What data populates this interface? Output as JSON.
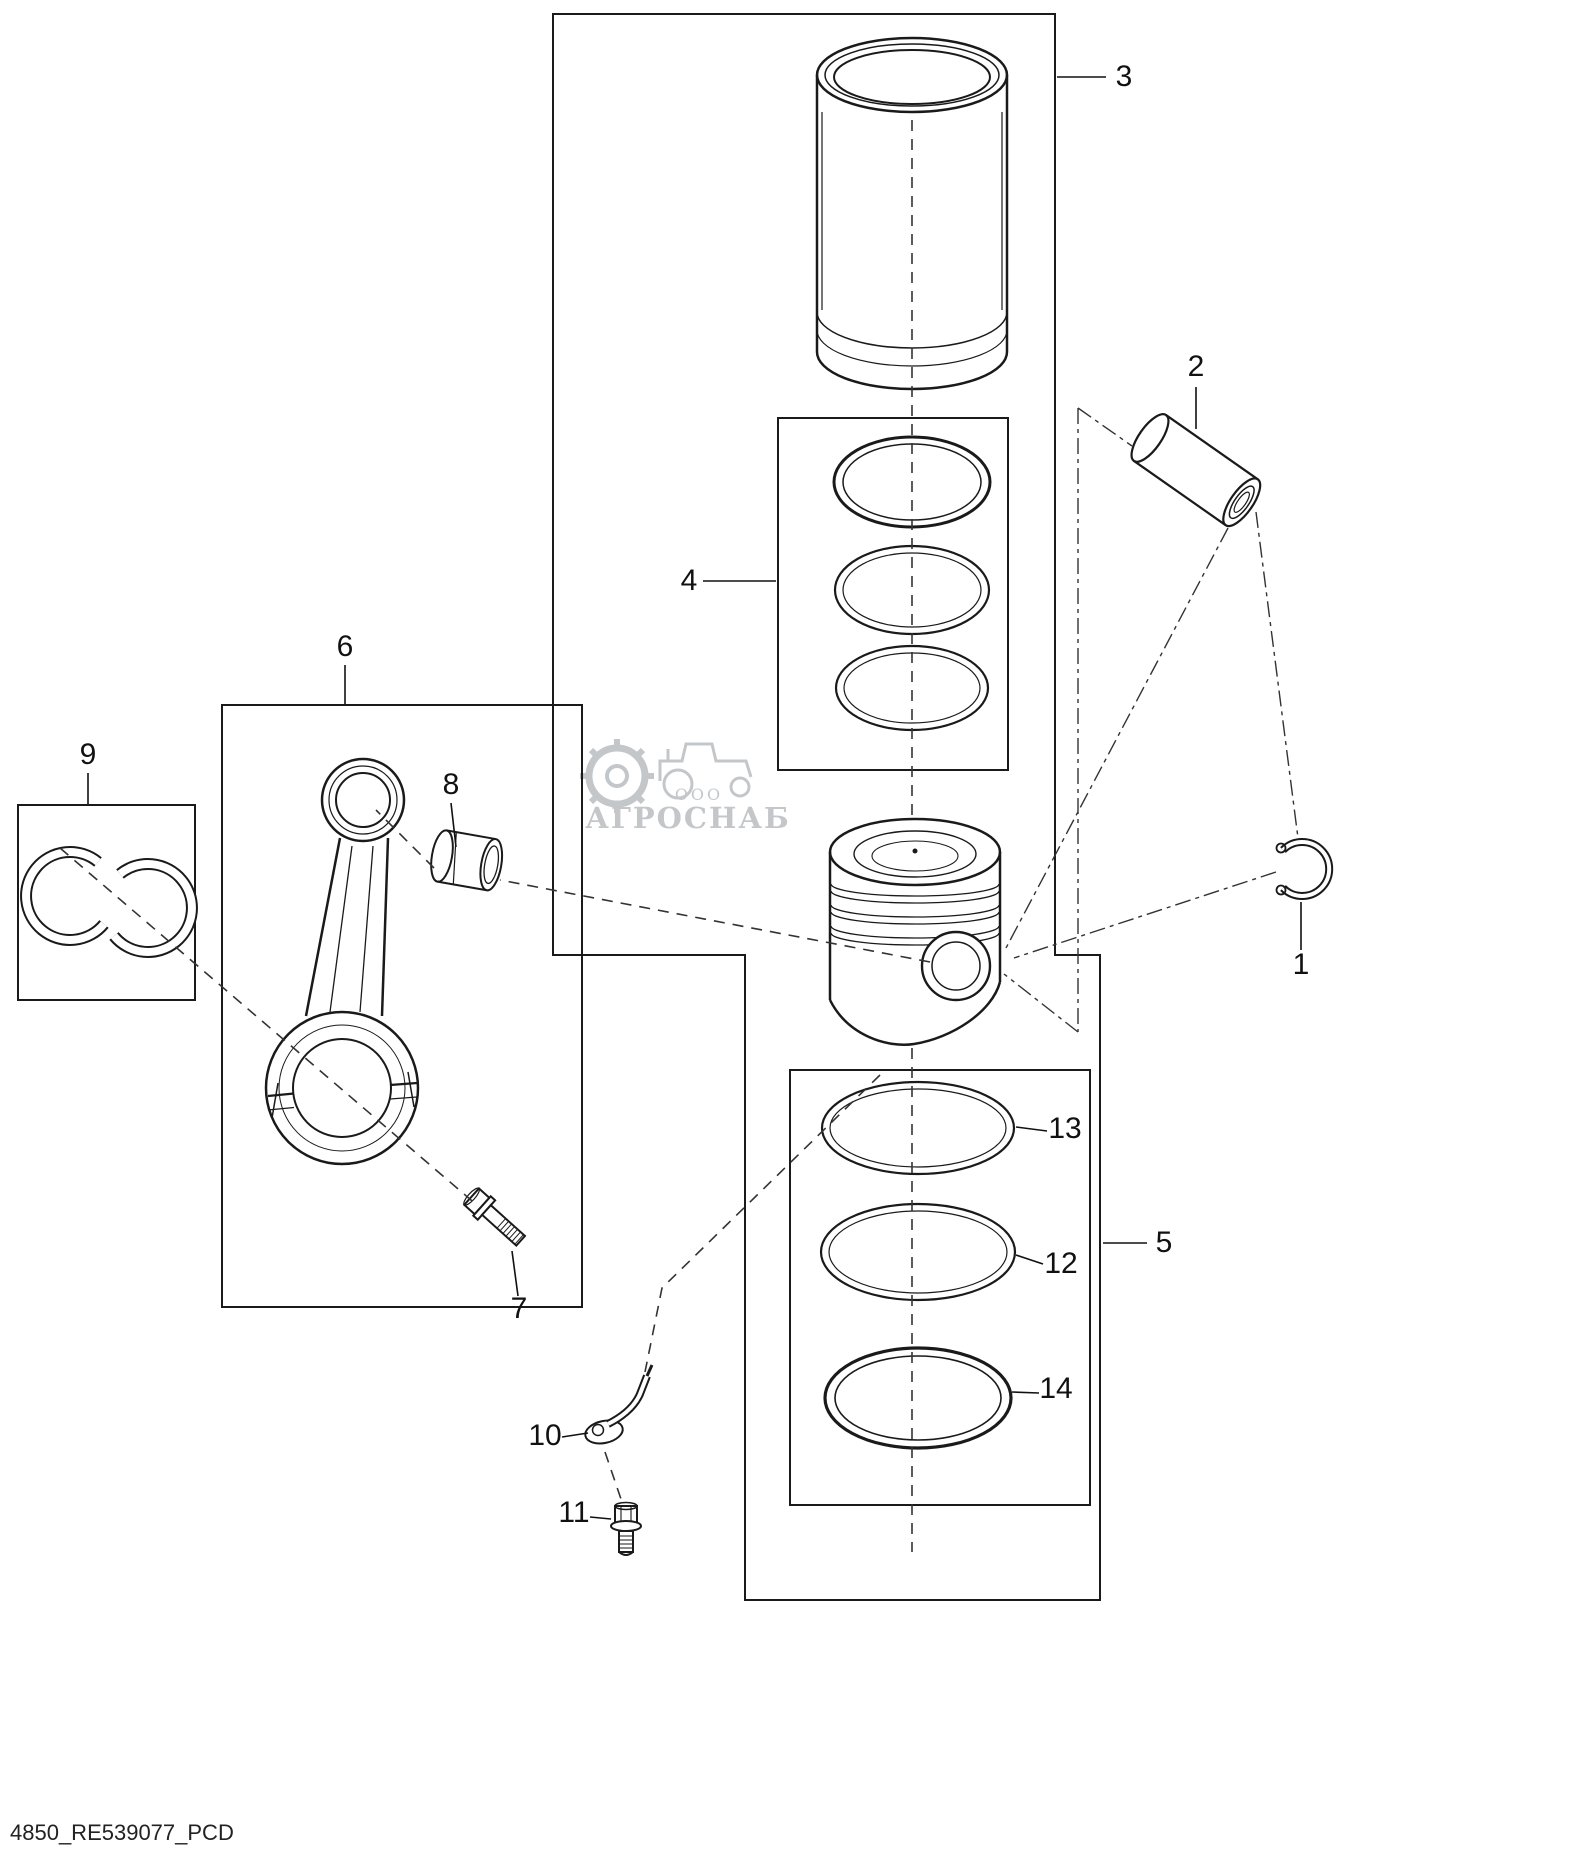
{
  "figure": {
    "footer": "4850_RE539077_PCD",
    "watermark": {
      "ooo": "ООО",
      "name": "АГРОСНАБ"
    }
  },
  "callouts": {
    "n1": "1",
    "n2": "2",
    "n3": "3",
    "n4": "4",
    "n5": "5",
    "n6": "6",
    "n7": "7",
    "n8": "8",
    "n9": "9",
    "n10": "10",
    "n11": "11",
    "n12": "12",
    "n13": "13",
    "n14": "14"
  }
}
